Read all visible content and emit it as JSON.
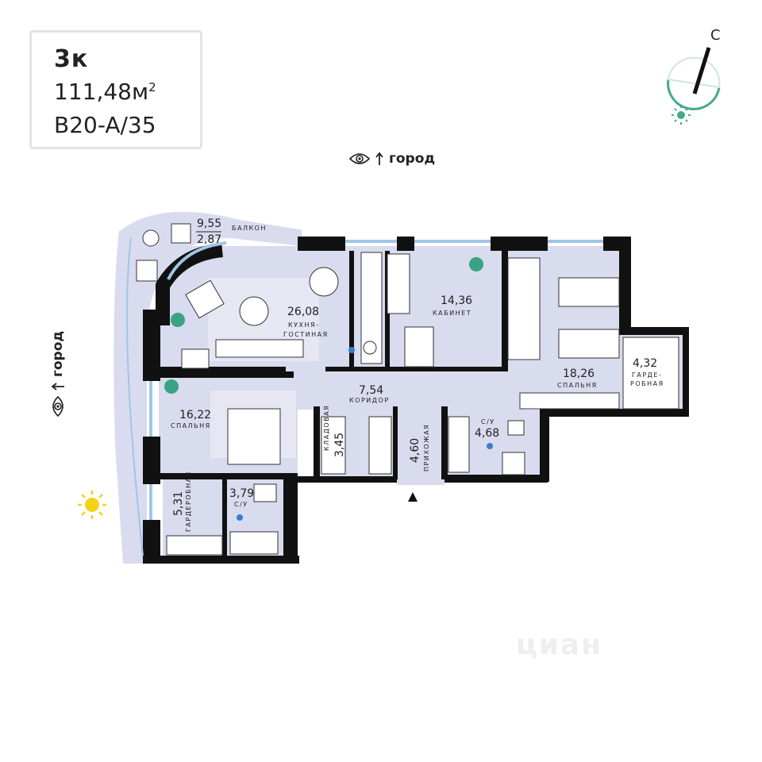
{
  "apartment": {
    "rooms": "3к",
    "area": "111,48м",
    "area_sup": "2",
    "code": "B20-A/35"
  },
  "views": {
    "top_label": "город",
    "left_label": "город"
  },
  "compass": {
    "letter": "С"
  },
  "rooms": {
    "balcony": {
      "area1": "9,55",
      "area2": "2,87",
      "name": "БАЛКОН"
    },
    "kitchen": {
      "area": "26,08",
      "name1": "КУХНЯ-",
      "name2": "ГОСТИНАЯ"
    },
    "study": {
      "area": "14,36",
      "name": "КАБИНЕТ"
    },
    "bedroom_right": {
      "area": "18,26",
      "name": "СПАЛЬНЯ"
    },
    "wardrobe_right": {
      "area": "4,32",
      "name1": "ГАРДЕ-",
      "name2": "РОБНАЯ"
    },
    "corridor": {
      "area": "7,54",
      "name": "КОРИДОР"
    },
    "bedroom_left": {
      "area": "16,22",
      "name": "СПАЛЬНЯ"
    },
    "pantry": {
      "area": "3,45",
      "name": "КЛАДОВАЯ"
    },
    "hall": {
      "area": "4,60",
      "name": "ПРИХОЖАЯ"
    },
    "bath_right": {
      "area": "4,68",
      "name": "С/У"
    },
    "bath_left": {
      "area": "3,79",
      "name": "С/У"
    },
    "wardrobe_left": {
      "area": "5,31",
      "name": "ГАРДЕРОБНАЯ"
    }
  },
  "watermark": "циан",
  "colors": {
    "floor": "#d9dbee",
    "wall": "#111111",
    "window": "#9fc6e8",
    "accent": "#46a98d",
    "sun": "#f5d21a"
  }
}
